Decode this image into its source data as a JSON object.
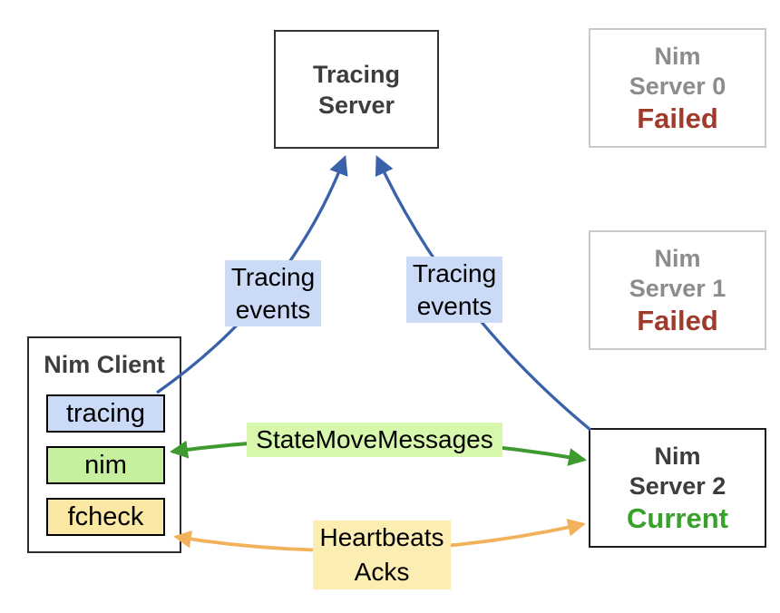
{
  "nodes": {
    "tracing_server": {
      "label": "Tracing\nServer"
    },
    "nim_server_0": {
      "name": "Nim\nServer 0",
      "status": "Failed"
    },
    "nim_server_1": {
      "name": "Nim\nServer 1",
      "status": "Failed"
    },
    "nim_server_2": {
      "name": "Nim\nServer 2",
      "status": "Current"
    },
    "nim_client": {
      "title": "Nim Client",
      "modules": [
        {
          "id": "tracing",
          "label": "tracing",
          "fill": "#cbdbf7"
        },
        {
          "id": "nim",
          "label": "nim",
          "fill": "#c7efa0"
        },
        {
          "id": "fcheck",
          "label": "fcheck",
          "fill": "#fae8a4"
        }
      ]
    }
  },
  "edges": {
    "tracing_events_left": {
      "label": "Tracing\nevents",
      "color": "#3a62ab",
      "from": "nim-client-tracing",
      "to": "tracing-server"
    },
    "tracing_events_right": {
      "label": "Tracing\nevents",
      "color": "#3a62ab",
      "from": "nim-server-2",
      "to": "tracing-server"
    },
    "state_move": {
      "label": "StateMoveMessages",
      "color": "#3e9a2e",
      "between": [
        "nim-client-nim",
        "nim-server-2"
      ]
    },
    "heartbeats": {
      "label": "Heartbeats\nAcks",
      "color": "#f2b25c",
      "between": [
        "nim-client-fcheck",
        "nim-server-2"
      ]
    }
  },
  "colors": {
    "failed_text": "#a03a2b",
    "current_text": "#38a12c",
    "muted_server_title": "#8c8c8c",
    "dark_title": "#3d3d3d",
    "blue_fill": "#cbdbf7",
    "green_fill": "#c7efa0",
    "green_label_fill": "#d6f7ac",
    "yellow_fill": "#fae8a4",
    "yellow_label_fill": "#fcedb2"
  }
}
